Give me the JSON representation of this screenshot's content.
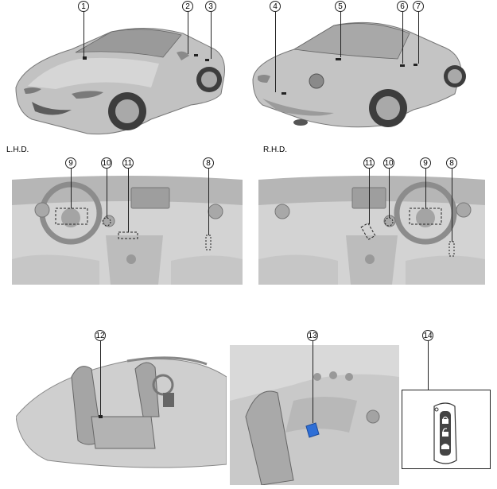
{
  "callouts": {
    "c1": "1",
    "c2": "2",
    "c3": "3",
    "c4": "4",
    "c5": "5",
    "c6": "6",
    "c7": "7",
    "c8l": "8",
    "c9l": "9",
    "c10l": "10",
    "c11l": "11",
    "c8r": "8",
    "c9r": "9",
    "c10r": "10",
    "c11r": "11",
    "c12": "12",
    "c13": "13",
    "c14": "14"
  },
  "labels": {
    "lhd": "L.H.D.",
    "rhd": "R.H.D."
  },
  "colors": {
    "body_gray": "#b9b9b9",
    "dark_gray": "#8a8a8a",
    "light_gray": "#dcdcdc",
    "highlight_blue": "#2f6fd6",
    "outline": "#222222"
  },
  "icons": [
    "car-front-view",
    "car-rear-view",
    "lhd-dashboard",
    "rhd-dashboard",
    "seat-interior",
    "trunk-area",
    "key-fob",
    "lock-icon",
    "unlock-icon",
    "trunk-icon"
  ]
}
